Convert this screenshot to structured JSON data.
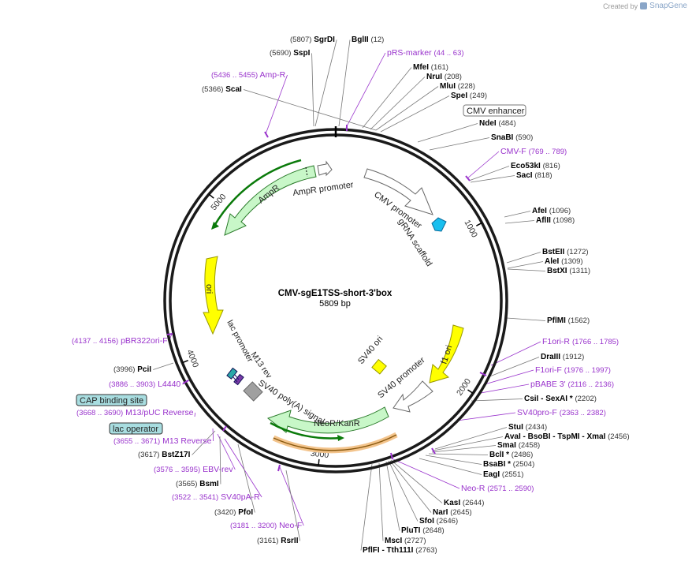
{
  "credit": {
    "prefix": "Created by",
    "brand": "SnapGene"
  },
  "map": {
    "name": "CMV-sgE1TSS-short-3'box",
    "length_label": "5809 bp",
    "total_bp": 5809
  },
  "colors": {
    "primer": "#9933cc",
    "enzyme": "#000000",
    "numeral": "#333333"
  },
  "ticks": [
    {
      "label": "1000",
      "bp": 1000
    },
    {
      "label": "2000",
      "bp": 2000
    },
    {
      "label": "3000",
      "bp": 3000
    },
    {
      "label": "4000",
      "bp": 4000
    },
    {
      "label": "5000",
      "bp": 5000
    }
  ],
  "features": [
    {
      "label": "CMV enhancer",
      "kind": "enhancer"
    },
    {
      "label": "CMV promoter",
      "kind": "promoter"
    },
    {
      "label": "gRNA scaffold",
      "kind": "misc"
    },
    {
      "label": "f1 ori",
      "kind": "ori"
    },
    {
      "label": "SV40 ori",
      "kind": "ori"
    },
    {
      "label": "SV40 promoter",
      "kind": "promoter"
    },
    {
      "label": "NeoR/KanR",
      "kind": "cds"
    },
    {
      "label": "SV40 poly(A) signal",
      "kind": "terminator"
    },
    {
      "label": "M13 rev",
      "kind": "primer"
    },
    {
      "label": "lac promoter",
      "kind": "promoter"
    },
    {
      "label": "ori",
      "kind": "ori"
    },
    {
      "label": "AmpR",
      "kind": "cds"
    },
    {
      "label": "AmpR promoter",
      "kind": "promoter"
    },
    {
      "label": "CAP binding site",
      "kind": "boxed"
    },
    {
      "label": "lac operator",
      "kind": "boxed"
    }
  ],
  "labels": [
    {
      "name": "SgrDI",
      "pos": "(5807)",
      "type": "enzyme",
      "side": "L"
    },
    {
      "name": "BglII",
      "pos": "(12)",
      "type": "enzyme",
      "side": "R"
    },
    {
      "name": "SspI",
      "pos": "(5690)",
      "type": "enzyme",
      "side": "L"
    },
    {
      "name": "pRS-marker",
      "pos": "(44 .. 63)",
      "type": "primer",
      "side": "R"
    },
    {
      "name": "Amp-R",
      "pos": "(5436 .. 5455)",
      "type": "primer",
      "side": "L"
    },
    {
      "name": "MfeI",
      "pos": "(161)",
      "type": "enzyme",
      "side": "R"
    },
    {
      "name": "NruI",
      "pos": "(208)",
      "type": "enzyme",
      "side": "R"
    },
    {
      "name": "ScaI",
      "pos": "(5366)",
      "type": "enzyme",
      "side": "L"
    },
    {
      "name": "MluI",
      "pos": "(228)",
      "type": "enzyme",
      "side": "R"
    },
    {
      "name": "SpeI",
      "pos": "(249)",
      "type": "enzyme",
      "side": "R"
    },
    {
      "name": "NdeI",
      "pos": "(484)",
      "type": "enzyme",
      "side": "R"
    },
    {
      "name": "SnaBI",
      "pos": "(590)",
      "type": "enzyme",
      "side": "R"
    },
    {
      "name": "CMV-F",
      "pos": "(769 .. 789)",
      "type": "primer",
      "side": "R"
    },
    {
      "name": "Eco53kI",
      "pos": "(816)",
      "type": "enzyme",
      "side": "R"
    },
    {
      "name": "SacI",
      "pos": "(818)",
      "type": "enzyme",
      "side": "R"
    },
    {
      "name": "AfeI",
      "pos": "(1096)",
      "type": "enzyme",
      "side": "R"
    },
    {
      "name": "AflII",
      "pos": "(1098)",
      "type": "enzyme",
      "side": "R"
    },
    {
      "name": "BstEII",
      "pos": "(1272)",
      "type": "enzyme",
      "side": "R"
    },
    {
      "name": "AleI",
      "pos": "(1309)",
      "type": "enzyme",
      "side": "R"
    },
    {
      "name": "BstXI",
      "pos": "(1311)",
      "type": "enzyme",
      "side": "R"
    },
    {
      "name": "PflMI",
      "pos": "(1562)",
      "type": "enzyme",
      "side": "R"
    },
    {
      "name": "pBR322ori-F",
      "pos": "(4137 .. 4156)",
      "type": "primer",
      "side": "L"
    },
    {
      "name": "F1ori-R",
      "pos": "(1766 .. 1785)",
      "type": "primer",
      "side": "R"
    },
    {
      "name": "DraIII",
      "pos": "(1912)",
      "type": "enzyme",
      "side": "R"
    },
    {
      "name": "PciI",
      "pos": "(3996)",
      "type": "enzyme",
      "side": "L"
    },
    {
      "name": "F1ori-F",
      "pos": "(1976 .. 1997)",
      "type": "primer",
      "side": "R"
    },
    {
      "name": "L4440",
      "pos": "(3886 .. 3903)",
      "type": "primer",
      "side": "L"
    },
    {
      "name": "pBABE 3'",
      "pos": "(2116 .. 2136)",
      "type": "primer",
      "side": "R"
    },
    {
      "name": "CsiI - SexAI *",
      "pos": "(2202)",
      "type": "enzyme",
      "side": "R"
    },
    {
      "name": "M13/pUC Reverse",
      "pos": "(3668 .. 3690)",
      "type": "primer",
      "side": "L"
    },
    {
      "name": "SV40pro-F",
      "pos": "(2363 .. 2382)",
      "type": "primer",
      "side": "R"
    },
    {
      "name": "StuI",
      "pos": "(2434)",
      "type": "enzyme",
      "side": "R"
    },
    {
      "name": "AvaI - BsoBI - TspMI - XmaI",
      "pos": "(2456)",
      "type": "enzyme",
      "side": "R"
    },
    {
      "name": "SmaI",
      "pos": "(2458)",
      "type": "enzyme",
      "side": "R"
    },
    {
      "name": "M13 Reverse",
      "pos": "(3655 .. 3671)",
      "type": "primer",
      "side": "L"
    },
    {
      "name": "BclI *",
      "pos": "(2486)",
      "type": "enzyme",
      "side": "R"
    },
    {
      "name": "BstZ17I",
      "pos": "(3617)",
      "type": "enzyme",
      "side": "L"
    },
    {
      "name": "BsaBI *",
      "pos": "(2504)",
      "type": "enzyme",
      "side": "R"
    },
    {
      "name": "EBV-rev",
      "pos": "(3576 .. 3595)",
      "type": "primer",
      "side": "L"
    },
    {
      "name": "EagI",
      "pos": "(2551)",
      "type": "enzyme",
      "side": "R"
    },
    {
      "name": "BsmI",
      "pos": "(3565)",
      "type": "enzyme",
      "side": "L"
    },
    {
      "name": "Neo-R",
      "pos": "(2571 .. 2590)",
      "type": "primer",
      "side": "R"
    },
    {
      "name": "SV40pA-R",
      "pos": "(3522 .. 3541)",
      "type": "primer",
      "side": "L"
    },
    {
      "name": "KasI",
      "pos": "(2644)",
      "type": "enzyme",
      "side": "R"
    },
    {
      "name": "PfoI",
      "pos": "(3420)",
      "type": "enzyme",
      "side": "L"
    },
    {
      "name": "NarI",
      "pos": "(2645)",
      "type": "enzyme",
      "side": "R"
    },
    {
      "name": "SfoI",
      "pos": "(2646)",
      "type": "enzyme",
      "side": "R"
    },
    {
      "name": "Neo-F",
      "pos": "(3181 .. 3200)",
      "type": "primer",
      "side": "L"
    },
    {
      "name": "PluTI",
      "pos": "(2648)",
      "type": "enzyme",
      "side": "R"
    },
    {
      "name": "RsrII",
      "pos": "(3161)",
      "type": "enzyme",
      "side": "L"
    },
    {
      "name": "MscI",
      "pos": "(2727)",
      "type": "enzyme",
      "side": "R"
    },
    {
      "name": "PflFI - Tth111I",
      "pos": "(2763)",
      "type": "enzyme",
      "side": "R"
    }
  ]
}
